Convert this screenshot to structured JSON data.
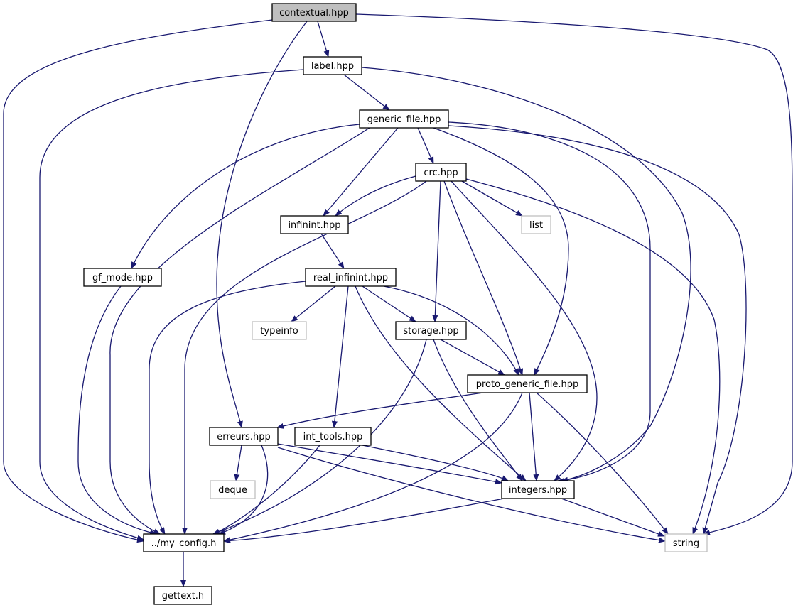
{
  "graph": {
    "colors": {
      "edge": "#191970",
      "text": "#000000",
      "box_border": "#000000",
      "external_border": "#bfbfbf",
      "root_fill": "#bfbfbf",
      "node_fill": "#ffffff"
    },
    "nodes": [
      {
        "id": "contextual",
        "label": "contextual.hpp",
        "kind": "root"
      },
      {
        "id": "label",
        "label": "label.hpp",
        "kind": "header"
      },
      {
        "id": "generic_file",
        "label": "generic_file.hpp",
        "kind": "header"
      },
      {
        "id": "crc",
        "label": "crc.hpp",
        "kind": "header"
      },
      {
        "id": "infinint",
        "label": "infinint.hpp",
        "kind": "header"
      },
      {
        "id": "list",
        "label": "list",
        "kind": "external"
      },
      {
        "id": "gf_mode",
        "label": "gf_mode.hpp",
        "kind": "header"
      },
      {
        "id": "real_infinint",
        "label": "real_infinint.hpp",
        "kind": "header"
      },
      {
        "id": "typeinfo",
        "label": "typeinfo",
        "kind": "external"
      },
      {
        "id": "storage",
        "label": "storage.hpp",
        "kind": "header"
      },
      {
        "id": "proto_generic_file",
        "label": "proto_generic_file.hpp",
        "kind": "header"
      },
      {
        "id": "erreurs",
        "label": "erreurs.hpp",
        "kind": "header"
      },
      {
        "id": "int_tools",
        "label": "int_tools.hpp",
        "kind": "header"
      },
      {
        "id": "deque",
        "label": "deque",
        "kind": "external"
      },
      {
        "id": "integers",
        "label": "integers.hpp",
        "kind": "header"
      },
      {
        "id": "my_config",
        "label": "../my_config.h",
        "kind": "header"
      },
      {
        "id": "string",
        "label": "string",
        "kind": "external"
      },
      {
        "id": "gettext",
        "label": "gettext.h",
        "kind": "header"
      }
    ],
    "edges": [
      {
        "from": "contextual",
        "to": "label"
      },
      {
        "from": "contextual",
        "to": "my_config"
      },
      {
        "from": "contextual",
        "to": "erreurs"
      },
      {
        "from": "contextual",
        "to": "string"
      },
      {
        "from": "label",
        "to": "generic_file"
      },
      {
        "from": "label",
        "to": "my_config"
      },
      {
        "from": "label",
        "to": "integers"
      },
      {
        "from": "generic_file",
        "to": "crc"
      },
      {
        "from": "generic_file",
        "to": "infinint"
      },
      {
        "from": "generic_file",
        "to": "gf_mode"
      },
      {
        "from": "generic_file",
        "to": "my_config"
      },
      {
        "from": "generic_file",
        "to": "proto_generic_file"
      },
      {
        "from": "generic_file",
        "to": "integers"
      },
      {
        "from": "generic_file",
        "to": "string"
      },
      {
        "from": "crc",
        "to": "infinint"
      },
      {
        "from": "crc",
        "to": "list"
      },
      {
        "from": "crc",
        "to": "my_config"
      },
      {
        "from": "crc",
        "to": "storage"
      },
      {
        "from": "crc",
        "to": "proto_generic_file"
      },
      {
        "from": "crc",
        "to": "integers"
      },
      {
        "from": "crc",
        "to": "string"
      },
      {
        "from": "infinint",
        "to": "real_infinint"
      },
      {
        "from": "real_infinint",
        "to": "my_config"
      },
      {
        "from": "real_infinint",
        "to": "typeinfo"
      },
      {
        "from": "real_infinint",
        "to": "storage"
      },
      {
        "from": "real_infinint",
        "to": "proto_generic_file"
      },
      {
        "from": "real_infinint",
        "to": "int_tools"
      },
      {
        "from": "real_infinint",
        "to": "integers"
      },
      {
        "from": "gf_mode",
        "to": "my_config"
      },
      {
        "from": "storage",
        "to": "proto_generic_file"
      },
      {
        "from": "storage",
        "to": "integers"
      },
      {
        "from": "storage",
        "to": "my_config"
      },
      {
        "from": "proto_generic_file",
        "to": "erreurs"
      },
      {
        "from": "proto_generic_file",
        "to": "integers"
      },
      {
        "from": "proto_generic_file",
        "to": "my_config"
      },
      {
        "from": "proto_generic_file",
        "to": "string"
      },
      {
        "from": "erreurs",
        "to": "deque"
      },
      {
        "from": "erreurs",
        "to": "my_config"
      },
      {
        "from": "erreurs",
        "to": "integers"
      },
      {
        "from": "erreurs",
        "to": "string"
      },
      {
        "from": "int_tools",
        "to": "my_config"
      },
      {
        "from": "int_tools",
        "to": "integers"
      },
      {
        "from": "integers",
        "to": "my_config"
      },
      {
        "from": "integers",
        "to": "string"
      },
      {
        "from": "my_config",
        "to": "gettext"
      }
    ]
  }
}
